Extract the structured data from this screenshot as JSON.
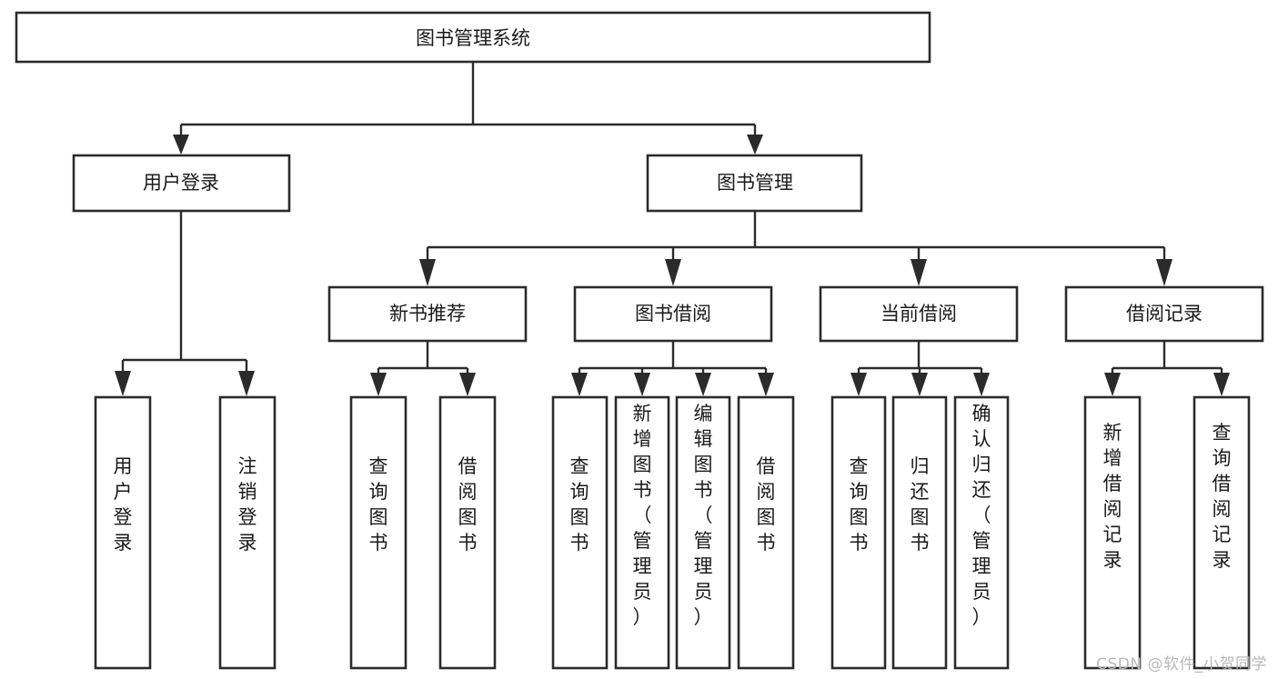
{
  "diagram": {
    "title": "图书管理系统",
    "type": "tree-hierarchy-flowchart",
    "watermark": "CSDN @软件_小贺同学",
    "colors": {
      "background": "#ffffff",
      "node_fill": "#ffffff",
      "node_stroke": "#2b2b2b",
      "connector": "#2b2b2b",
      "text": "#1a1a1a",
      "watermark": "#b9b9b9"
    },
    "root": {
      "id": "root",
      "label": "图书管理系统",
      "orientation": "horizontal"
    },
    "level2": [
      {
        "id": "user-login",
        "label": "用户登录",
        "orientation": "horizontal"
      },
      {
        "id": "book-manage",
        "label": "图书管理",
        "orientation": "horizontal"
      }
    ],
    "level3": [
      {
        "id": "new-book-recommend",
        "label": "新书推荐",
        "orientation": "horizontal",
        "parent": "book-manage"
      },
      {
        "id": "book-borrow",
        "label": "图书借阅",
        "orientation": "horizontal",
        "parent": "book-manage"
      },
      {
        "id": "current-borrow",
        "label": "当前借阅",
        "orientation": "horizontal",
        "parent": "book-manage"
      },
      {
        "id": "borrow-record",
        "label": "借阅记录",
        "orientation": "horizontal",
        "parent": "book-manage"
      }
    ],
    "leaves": [
      {
        "id": "leaf-user-login",
        "label": "用户登录",
        "orientation": "vertical",
        "parent": "user-login"
      },
      {
        "id": "leaf-logout-login",
        "label": "注销登录",
        "orientation": "vertical",
        "parent": "user-login"
      },
      {
        "id": "leaf-query-book-1",
        "label": "查询图书",
        "orientation": "vertical",
        "parent": "new-book-recommend"
      },
      {
        "id": "leaf-borrow-book-1",
        "label": "借阅图书",
        "orientation": "vertical",
        "parent": "new-book-recommend"
      },
      {
        "id": "leaf-query-book-2",
        "label": "查询图书",
        "orientation": "vertical",
        "parent": "book-borrow"
      },
      {
        "id": "leaf-add-book-admin",
        "label": "新增图书（管理员）",
        "orientation": "vertical",
        "parent": "book-borrow"
      },
      {
        "id": "leaf-edit-book-admin",
        "label": "编辑图书（管理员）",
        "orientation": "vertical",
        "parent": "book-borrow"
      },
      {
        "id": "leaf-borrow-book-2",
        "label": "借阅图书",
        "orientation": "vertical",
        "parent": "book-borrow"
      },
      {
        "id": "leaf-query-book-3",
        "label": "查询图书",
        "orientation": "vertical",
        "parent": "current-borrow"
      },
      {
        "id": "leaf-return-book",
        "label": "归还图书",
        "orientation": "vertical",
        "parent": "current-borrow"
      },
      {
        "id": "leaf-confirm-return-admin",
        "label": "确认归还（管理员）",
        "orientation": "vertical",
        "parent": "current-borrow"
      },
      {
        "id": "leaf-add-borrow-record",
        "label": "新增借阅记录",
        "orientation": "vertical",
        "parent": "borrow-record"
      },
      {
        "id": "leaf-query-borrow-record",
        "label": "查询借阅记录",
        "orientation": "vertical",
        "parent": "borrow-record"
      }
    ]
  }
}
